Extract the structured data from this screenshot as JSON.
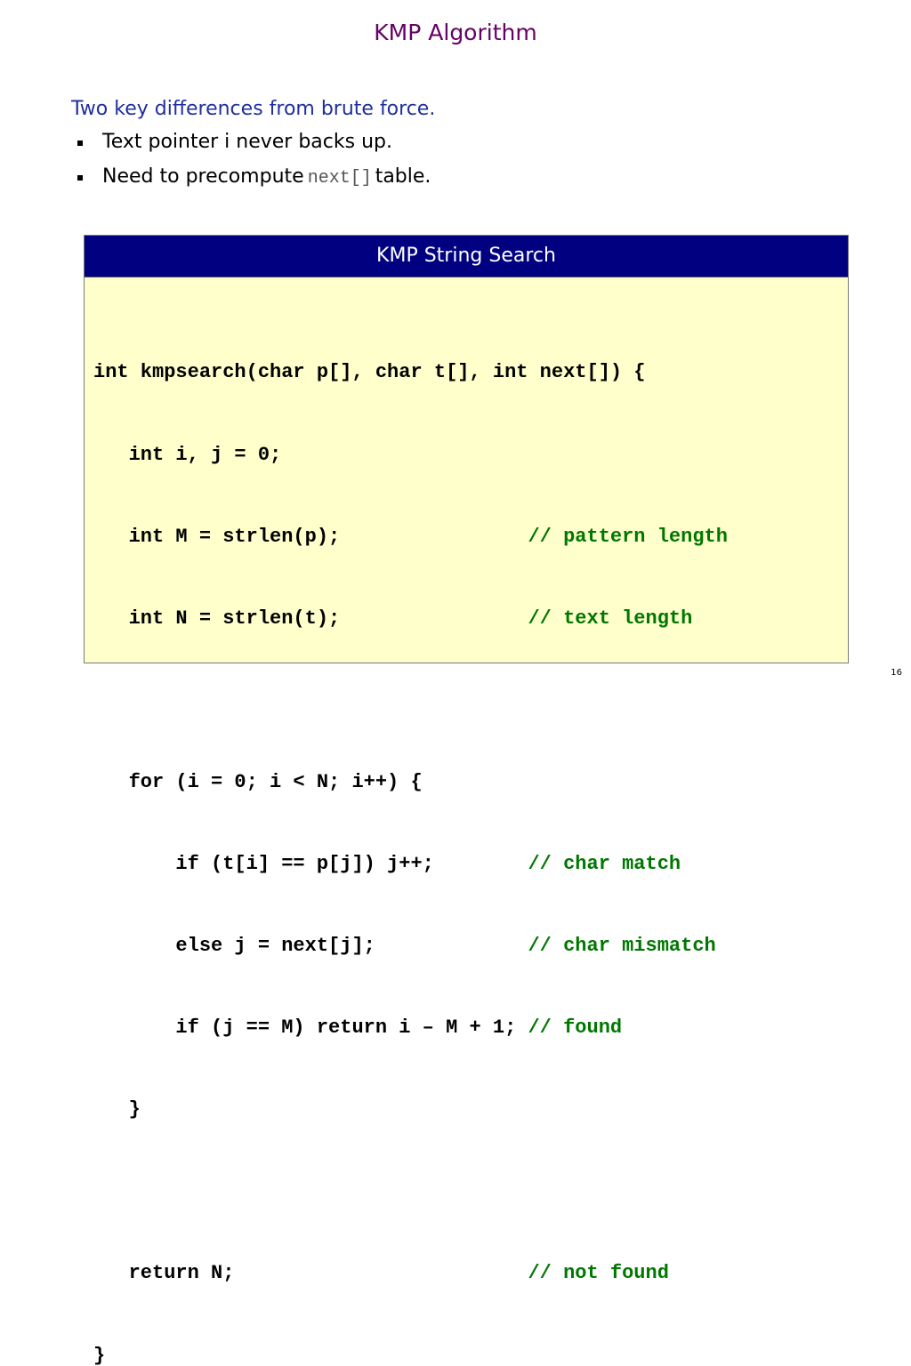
{
  "slide": {
    "title": "KMP Algorithm",
    "subtitle": "Two key differences from brute force.",
    "bullets": [
      {
        "text": "Text pointer i never backs up."
      },
      {
        "pre": "Need to precompute",
        "code": "next[]",
        "post": "table."
      }
    ],
    "page_number": "16"
  },
  "panel": {
    "header": "KMP String Search",
    "code_lines": [
      {
        "code": "int kmpsearch(char p[], char t[], int next[]) {",
        "comment": ""
      },
      {
        "code": "   int i, j = 0;",
        "comment": ""
      },
      {
        "code": "   int M = strlen(p);                ",
        "comment": "// pattern length"
      },
      {
        "code": "   int N = strlen(t);                ",
        "comment": "// text length"
      },
      {
        "code": "",
        "comment": ""
      },
      {
        "code": "   for (i = 0; i < N; i++) {",
        "comment": ""
      },
      {
        "code": "       if (t[i] == p[j]) j++;        ",
        "comment": "// char match"
      },
      {
        "code": "       else j = next[j];             ",
        "comment": "// char mismatch"
      },
      {
        "code": "       if (j == M) return i – M + 1; ",
        "comment": "// found"
      },
      {
        "code": "   }",
        "comment": ""
      },
      {
        "code": "",
        "comment": ""
      },
      {
        "code": "   return N;                         ",
        "comment": "// not found"
      },
      {
        "code": "}",
        "comment": ""
      }
    ]
  },
  "colors": {
    "title": "#660066",
    "subtitle": "#1f2f9f",
    "header_bg": "#000080",
    "panel_bg": "#ffffcc",
    "comment": "#007700"
  }
}
